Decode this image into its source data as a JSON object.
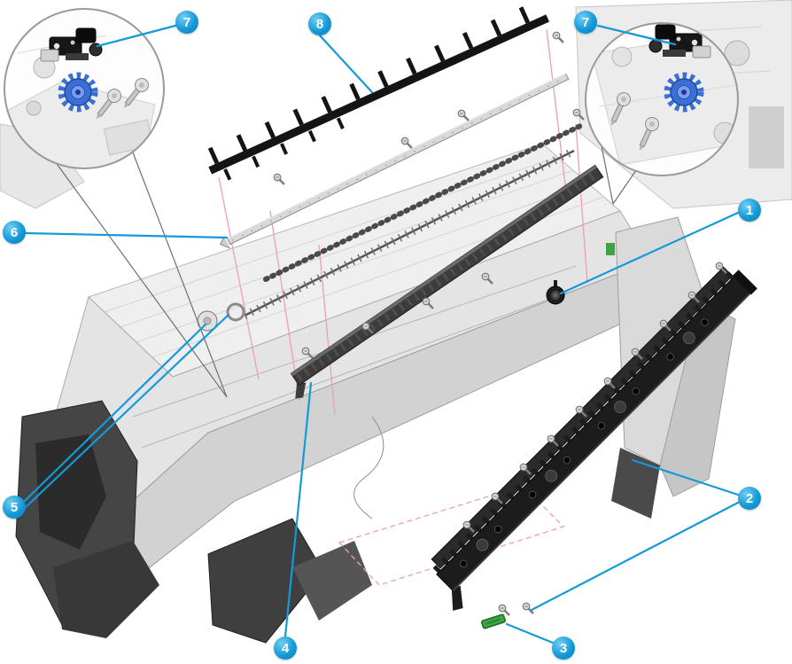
{
  "callouts": [
    {
      "id": "callout-7-left",
      "label": "7"
    },
    {
      "id": "callout-8",
      "label": "8"
    },
    {
      "id": "callout-7-right",
      "label": "7"
    },
    {
      "id": "callout-1",
      "label": "1"
    },
    {
      "id": "callout-6",
      "label": "6"
    },
    {
      "id": "callout-5",
      "label": "5"
    },
    {
      "id": "callout-2",
      "label": "2"
    },
    {
      "id": "callout-4",
      "label": "4"
    },
    {
      "id": "callout-3",
      "label": "3"
    }
  ],
  "colors": {
    "accent": "#149ad8",
    "gear": "#3a6fd6",
    "green": "#3fa344",
    "pink": "#ef9db5"
  }
}
